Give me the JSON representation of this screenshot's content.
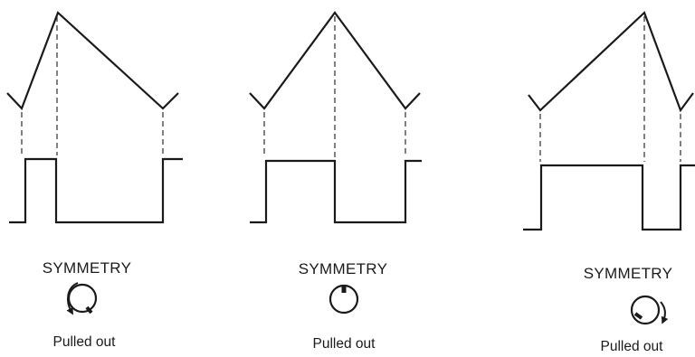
{
  "panels": [
    {
      "symmetry_label": "SYMMETRY",
      "status_label": "Pulled out",
      "knob_rotation": "counter-clockwise",
      "duty_cycle_high_fraction": 0.2
    },
    {
      "symmetry_label": "SYMMETRY",
      "status_label": "Pulled out",
      "knob_rotation": "center",
      "duty_cycle_high_fraction": 0.5
    },
    {
      "symmetry_label": "SYMMETRY",
      "status_label": "Pulled out",
      "knob_rotation": "clockwise",
      "duty_cycle_high_fraction": 0.7
    }
  ],
  "colors": {
    "ink": "#1a1a1a",
    "background": "#ffffff"
  }
}
